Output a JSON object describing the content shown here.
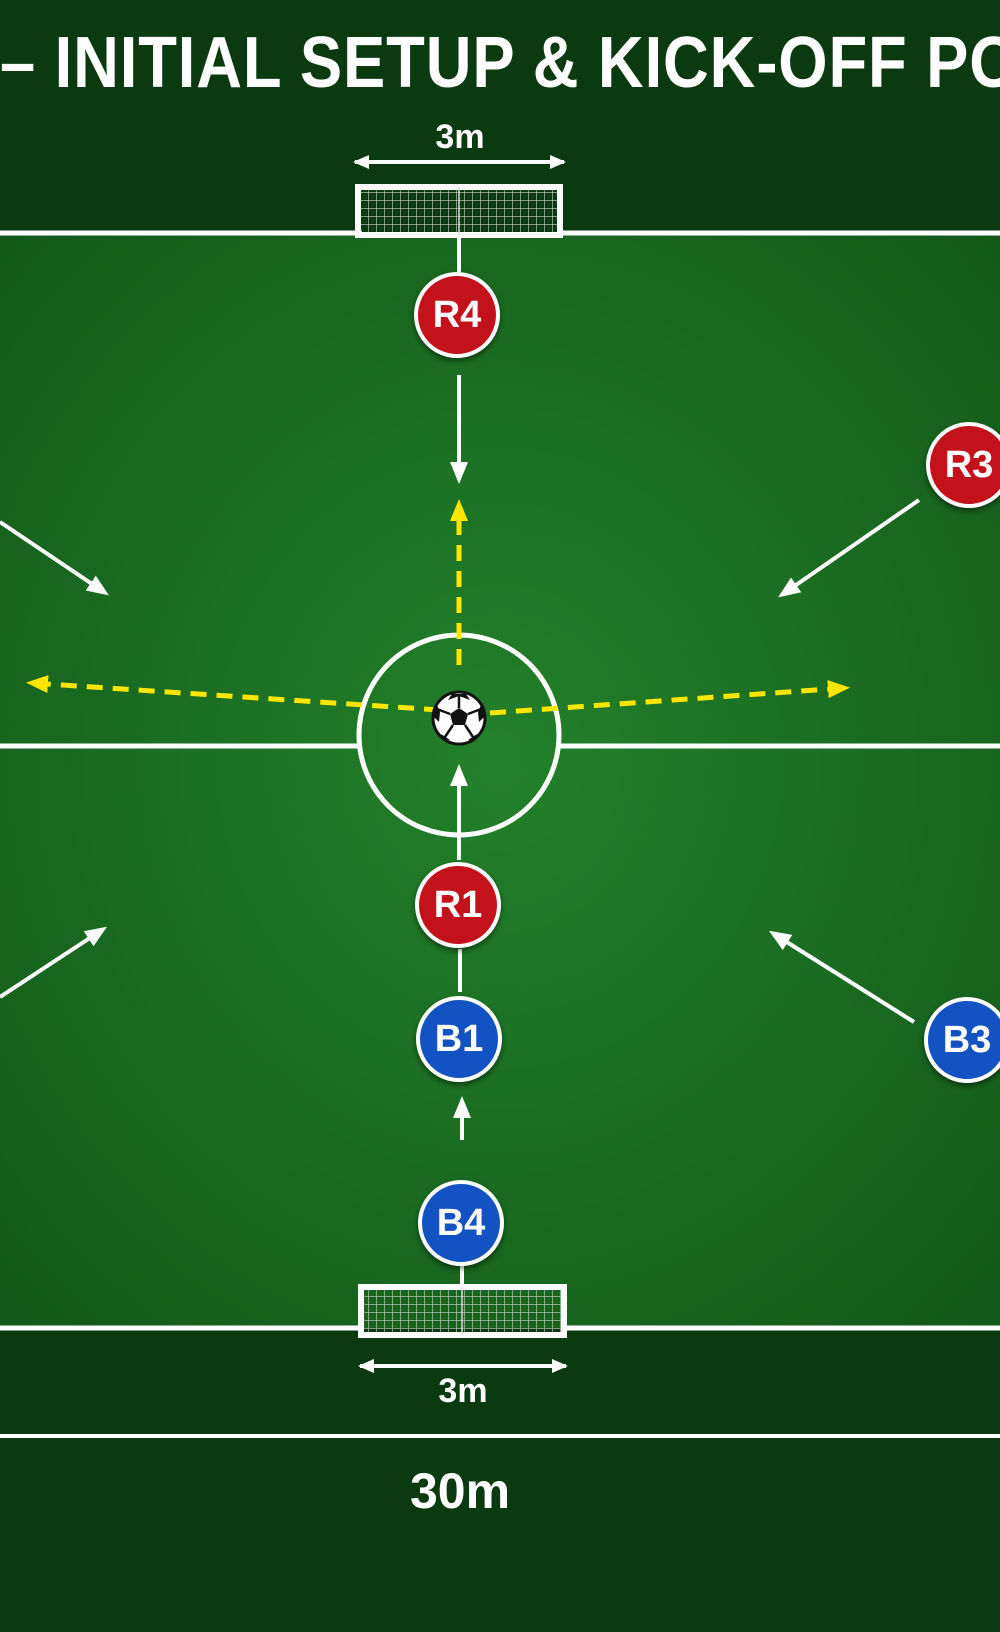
{
  "title": "– INITIAL SETUP & KICK-OFF POS",
  "dimensions": {
    "top_goal_width": "3m",
    "bottom_goal_width": "3m",
    "pitch_width": "30m"
  },
  "players": {
    "r4": "R4",
    "r3": "R3",
    "r1": "R1",
    "b1": "B1",
    "b3": "B3",
    "b4": "B4"
  },
  "colors": {
    "pitch": "#1a6e1f",
    "surround": "#0b3a10",
    "red_team": "#c4121c",
    "blue_team": "#1252c2",
    "pass_arrow": "#ffe600",
    "lines": "#ffffff"
  },
  "icons": [
    "soccer-ball-icon",
    "goal-net-icon",
    "movement-arrow-icon",
    "pass-arrow-icon"
  ]
}
